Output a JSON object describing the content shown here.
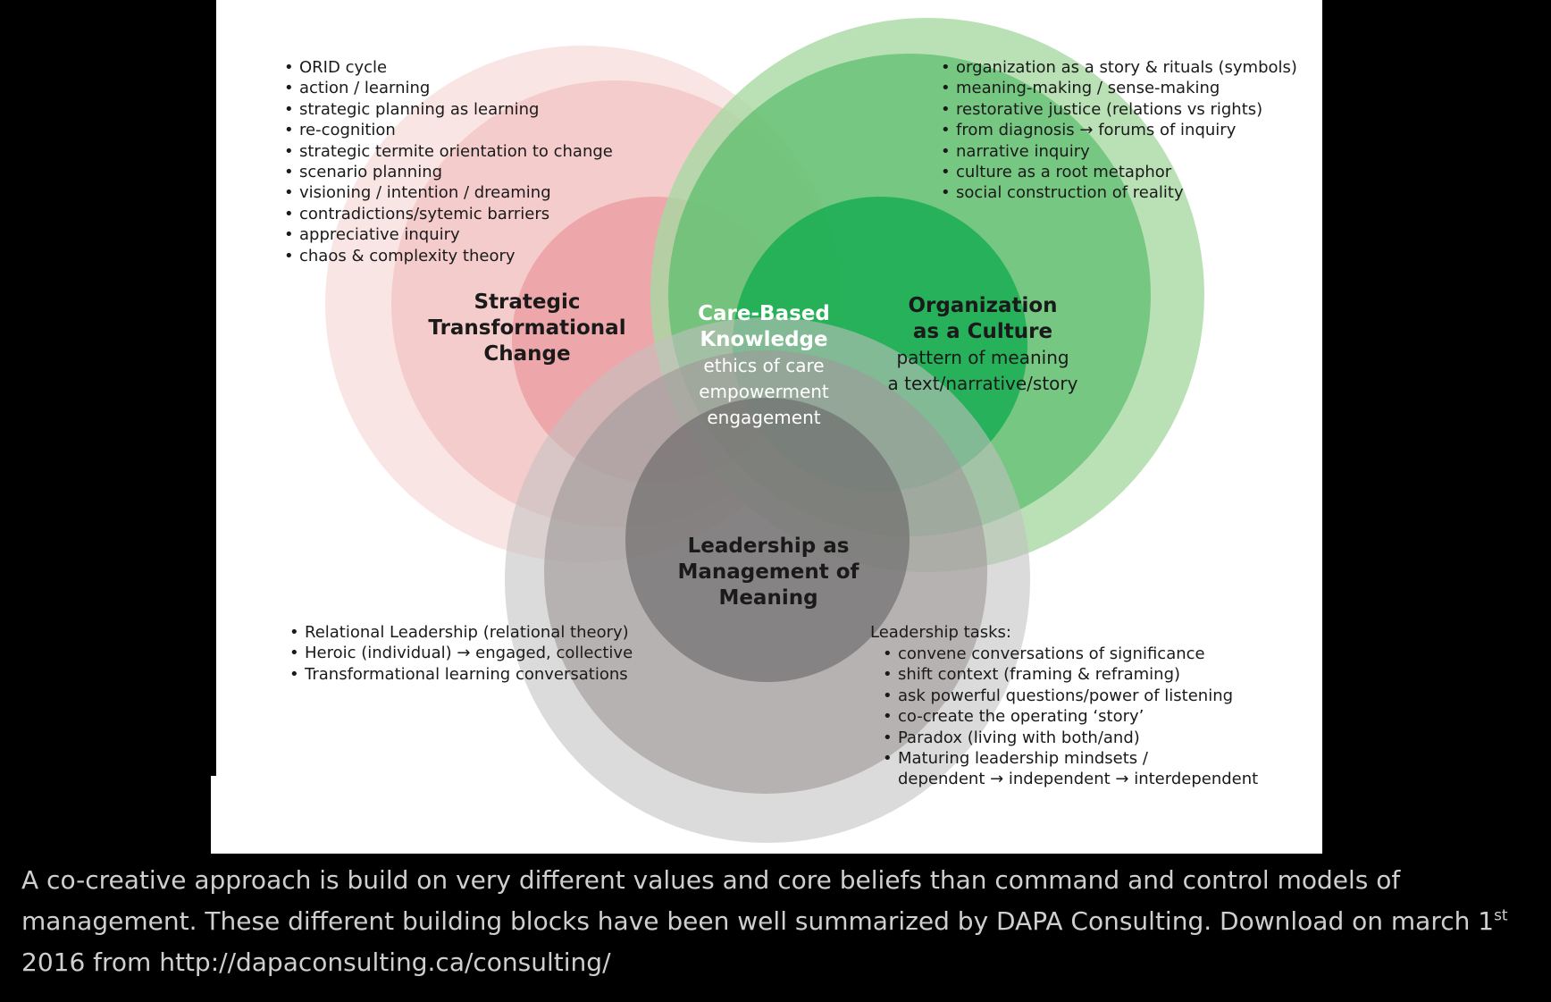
{
  "diagram": {
    "strategic": {
      "title_lines": [
        "Strategic",
        "Transformational",
        "Change"
      ],
      "items": [
        "ORID cycle",
        "action / learning",
        "strategic planning as learning",
        "re-cognition",
        "strategic termite orientation to change",
        "scenario planning",
        "visioning / intention / dreaming",
        "contradictions/sytemic barriers",
        "appreciative inquiry",
        "chaos & complexity theory"
      ]
    },
    "culture": {
      "title_lines": [
        "Organization",
        "as a Culture"
      ],
      "subtitle_lines": [
        "pattern of meaning",
        "a text/narrative/story"
      ],
      "items": [
        "organization as a story & rituals (symbols)",
        "meaning-making / sense-making",
        "restorative justice (relations vs rights)",
        "from diagnosis → forums of inquiry",
        "narrative inquiry",
        "culture as a root metaphor",
        "social construction of reality"
      ]
    },
    "care": {
      "title_lines": [
        "Care-Based",
        "Knowledge"
      ],
      "subtitle_lines": [
        "ethics of care",
        "empowerment",
        "engagement"
      ]
    },
    "leadership": {
      "title_lines": [
        "Leadership as",
        "Management of",
        "Meaning"
      ],
      "left_items": [
        "Relational Leadership (relational theory)",
        "Heroic (individual) → engaged, collective",
        "Transformational learning conversations"
      ],
      "tasks_heading": "Leadership tasks:",
      "task_items": [
        "convene conversations of significance",
        "shift context (framing & reframing)",
        "ask powerful questions/power of listening",
        "co-create the operating ‘story’",
        "Paradox (living with both/and)",
        "Maturing leadership mindsets /"
      ],
      "task_continuation": "dependent → independent → interdependent"
    },
    "colors": {
      "red_outer": "#f9dede",
      "red_middle": "#f4c6c6",
      "red_inner": "#eba0a3",
      "green_outer": "#a6d8a2",
      "green_middle": "#5fbe6f",
      "green_inner": "#09a94b",
      "gray_outer": "#c2c1c1",
      "gray_middle": "#9e9a9a",
      "gray_inner": "#6c6a6a"
    }
  },
  "caption": {
    "part1": "A co-creative approach is build on very different values and core beliefs than command and control models of management.  These different building blocks have been well summarized by DAPA Consulting.  Download on march 1",
    "superscript": "st",
    "part2": " 2016 from http://dapaconsulting.ca/consulting/"
  }
}
